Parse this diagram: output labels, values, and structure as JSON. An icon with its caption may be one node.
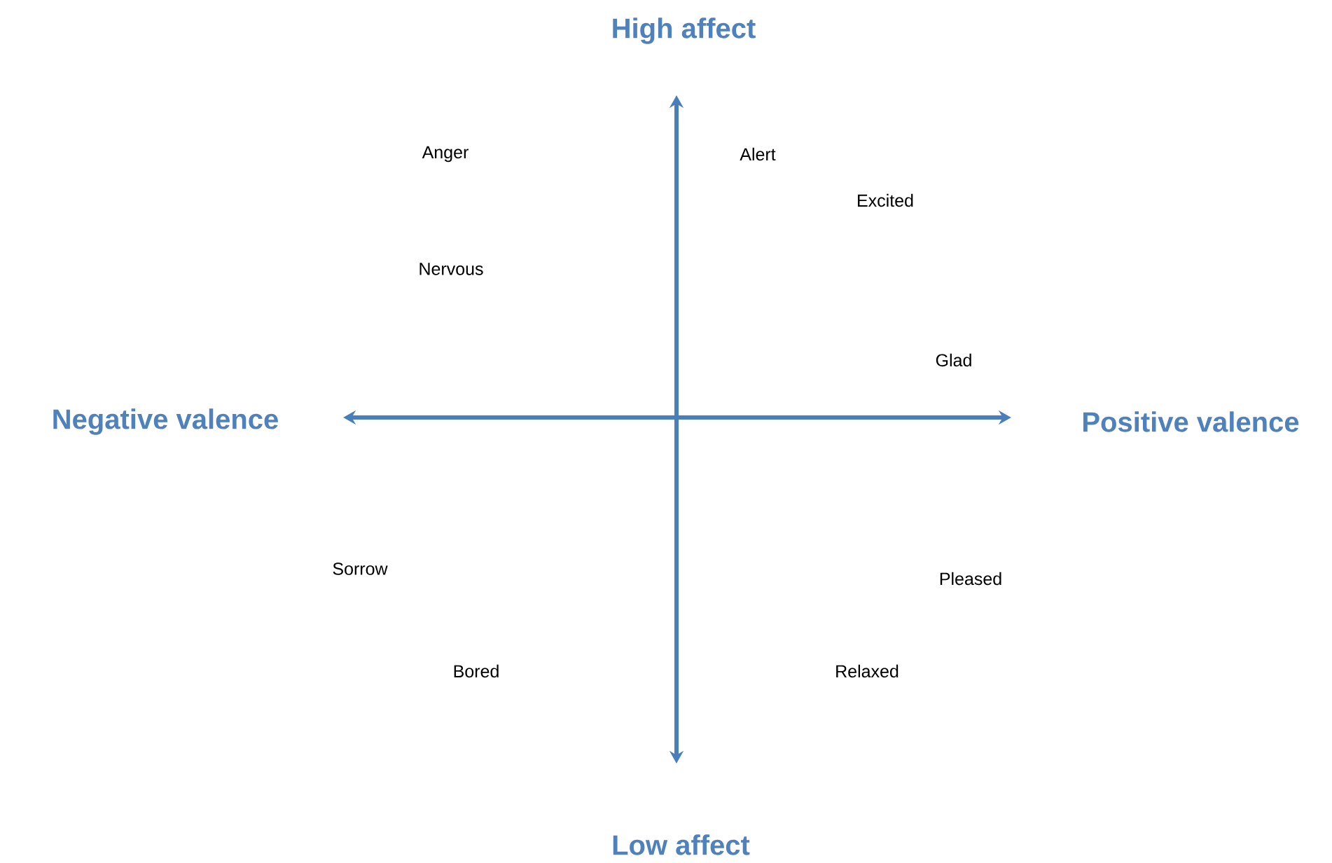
{
  "diagram": {
    "labels": [
      "High affect",
      "Anger",
      "Alert",
      "Excited",
      "Nervous",
      "Glad",
      "Negative valence",
      "Positive valence",
      "Sorrow",
      "Pleased",
      "Bored",
      "Relaxed",
      "Low affect"
    ]
  }
}
